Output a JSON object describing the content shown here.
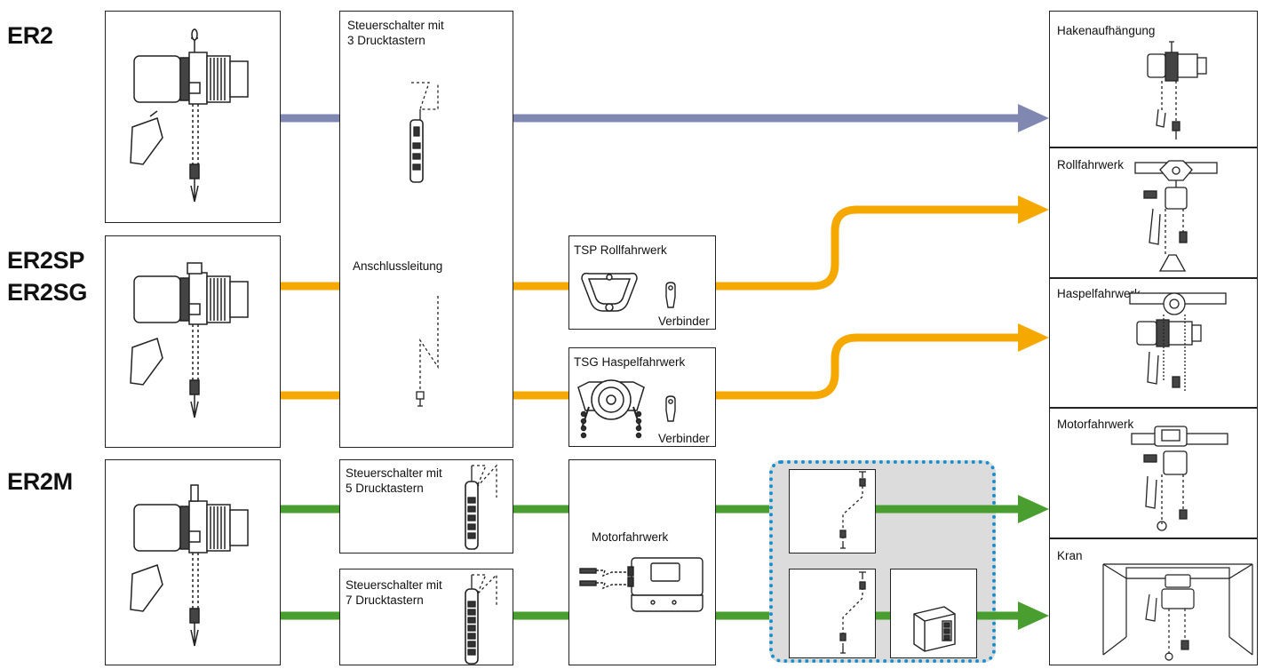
{
  "models": {
    "er2": "ER2",
    "er2sp": "ER2SP",
    "er2sg": "ER2SG",
    "er2m": "ER2M"
  },
  "controls": {
    "pendant3": "Steuerschalter mit\n3 Drucktastern",
    "connection_cable": "Anschlussleitung",
    "pendant5": "Steuerschalter mit\n5 Drucktastern",
    "pendant7": "Steuerschalter mit\n7 Drucktastern"
  },
  "trolleys": {
    "tsp": "TSP Rollfahrwerk",
    "tsg": "TSG Haspelfahrwerk",
    "connector": "Verbinder",
    "motor": "Motorfahrwerk"
  },
  "outputs": {
    "hook": "Hakenaufhängung",
    "plain": "Rollfahrwerk",
    "geared": "Haspelfahrwerk",
    "motor": "Motorfahrwerk",
    "crane": "Kran"
  },
  "colors": {
    "er2_line": "#8088b2",
    "sp_line": "#f5a900",
    "m_line": "#4a9e2f",
    "dotted_border": "#1a8fd0",
    "gray_zone": "#dcdcdc"
  },
  "icons": [
    "hoist-icon",
    "pendant-icon",
    "cable-icon",
    "trolley-icon",
    "connector-icon",
    "motor-trolley-icon",
    "control-box-icon",
    "crane-icon"
  ]
}
